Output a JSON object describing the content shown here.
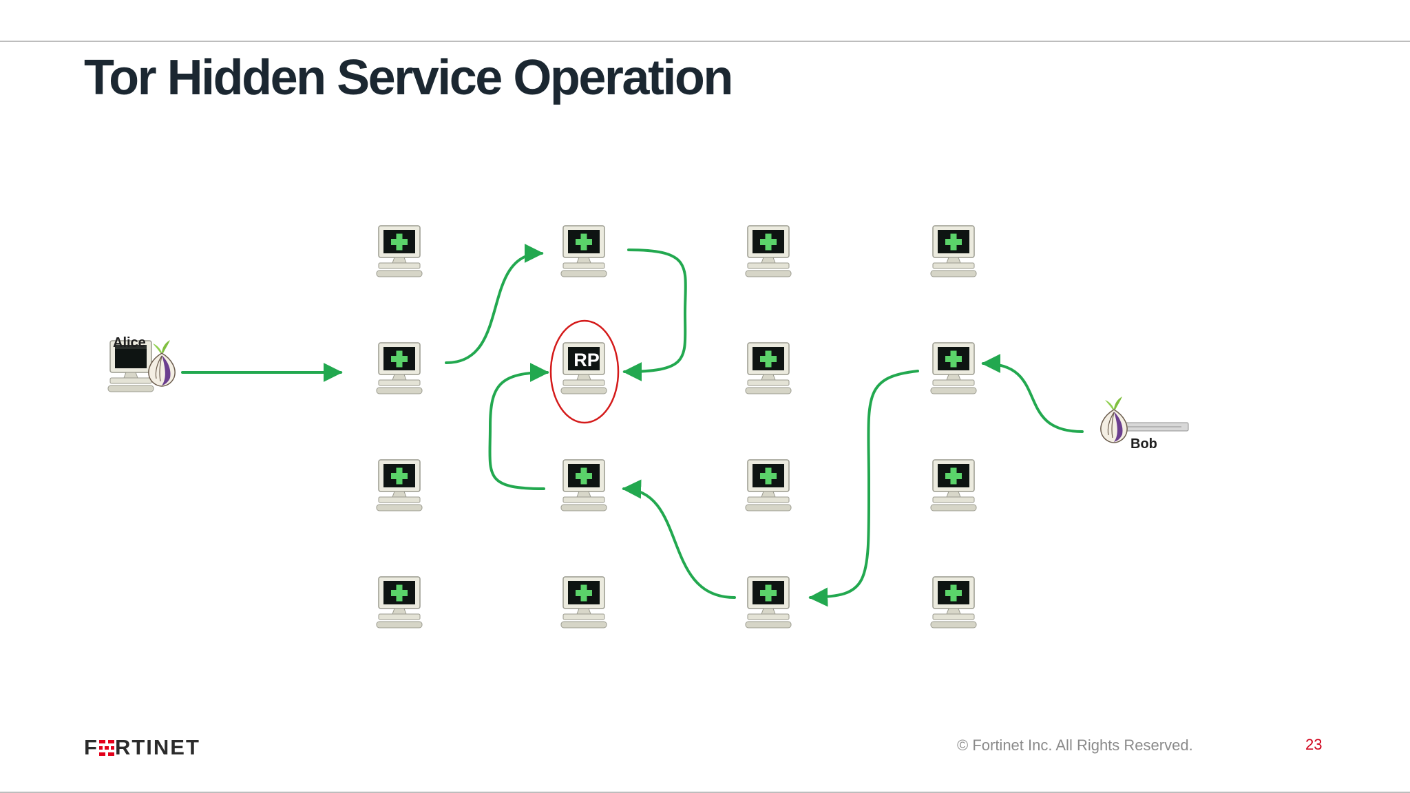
{
  "slide": {
    "title": "Tor Hidden Service Operation",
    "copyright": "© Fortinet Inc. All Rights Reserved.",
    "page_number": "23",
    "logo_text": "FORTINET"
  },
  "diagram": {
    "alice_label": "Alice",
    "bob_label": "Bob",
    "rendezvous_label": "RP",
    "relay_grid": {
      "columns": 4,
      "rows": 4,
      "rendezvous_cell": [
        1,
        1
      ]
    },
    "colors": {
      "arrow": "#22a84f",
      "rendezvous_circle": "#d41a1a",
      "accent": "#e2001a",
      "onion": "#6b3f8f"
    },
    "icons": [
      "relay-computer-icon",
      "tor-onion-icon",
      "server-rack-icon"
    ]
  }
}
